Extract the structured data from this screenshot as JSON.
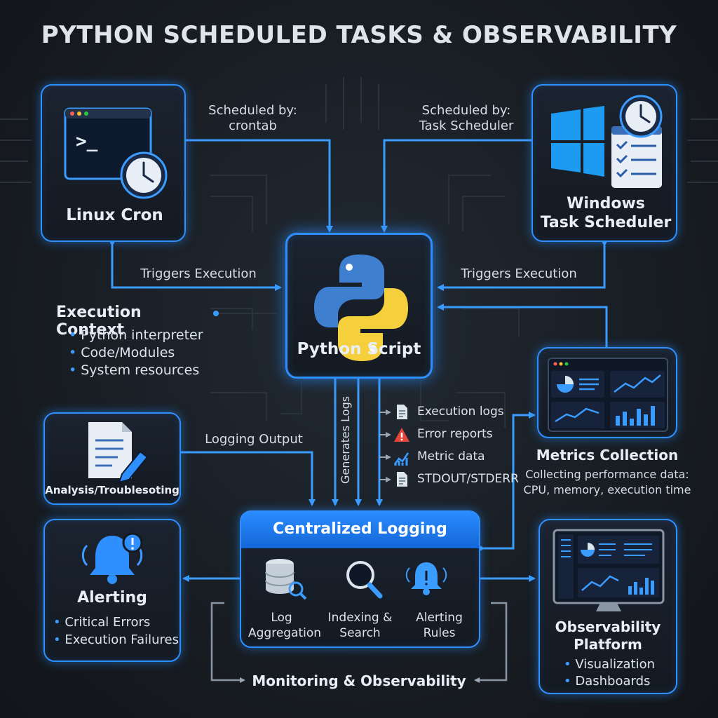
{
  "title": "PYTHON SCHEDULED TASKS & OBSERVABILITY",
  "nodes": {
    "linux_cron": {
      "label": "Linux Cron"
    },
    "windows": {
      "line1": "Windows",
      "line2": "Task Scheduler"
    },
    "python": {
      "label": "Python Script"
    },
    "analysis": {
      "label": "Analysis/Troublesoting"
    },
    "metrics": {
      "label": "Metrics Collection",
      "desc1": "Collecting performance data:",
      "desc2": "CPU, memory, execution time"
    },
    "central": {
      "label": "Centralized Logging",
      "sub": [
        {
          "line1": "Log",
          "line2": "Aggregation"
        },
        {
          "line1": "Indexing &",
          "line2": "Search"
        },
        {
          "line1": "Alerting",
          "line2": "Rules"
        }
      ]
    },
    "alerting": {
      "label": "Alerting",
      "bullets": [
        "Critical Errors",
        "Execution Failures"
      ]
    },
    "observability": {
      "line1": "Observability",
      "line2": "Platform",
      "bullets": [
        "Visualization",
        "Dashboards"
      ]
    }
  },
  "context": {
    "label": "Execution Context",
    "bullets": [
      "Python interpreter",
      "Code/Modules",
      "System resources"
    ]
  },
  "edges": {
    "cron_sched_1": "Scheduled by:",
    "cron_sched_2": "crontab",
    "win_sched_1": "Scheduled by:",
    "win_sched_2": "Task Scheduler",
    "trig_left": "Triggers Execution",
    "trig_right": "Triggers Execution",
    "logging_output": "Logging Output",
    "generates_logs": "Generates Logs",
    "monitoring": "Monitoring & Observability"
  },
  "log_items": [
    "Execution logs",
    "Error reports",
    "Metric data",
    "STDOUT/STDERR"
  ],
  "colors": {
    "accent": "#2f8fff",
    "wire": "#3a9cff",
    "python_blue": "#3f7fd0",
    "python_yellow": "#f6cf3c",
    "warning": "#e5453a"
  }
}
